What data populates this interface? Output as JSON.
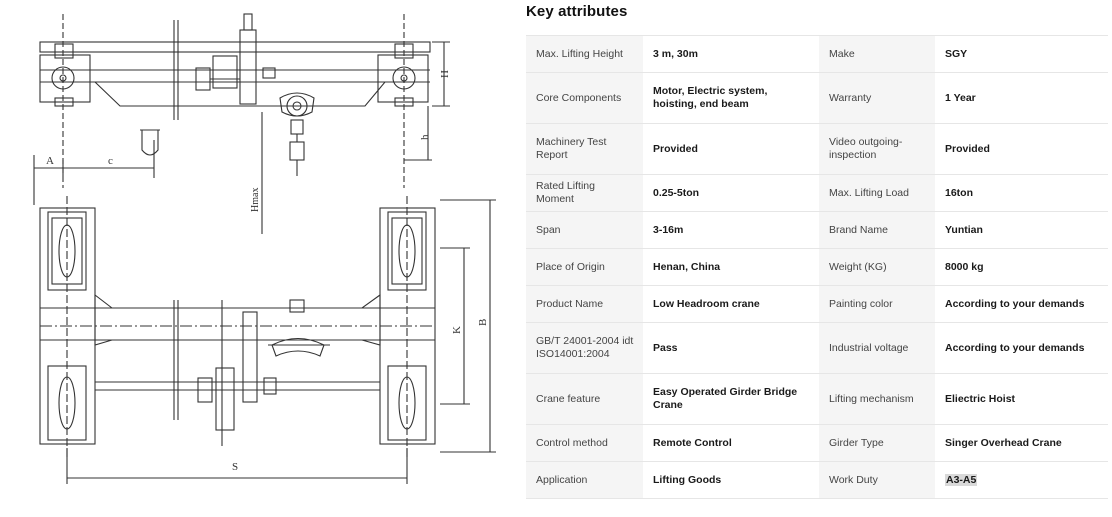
{
  "drawing": {
    "dim_labels": {
      "H": "H",
      "h": "h",
      "Hmax": "Hmax",
      "A": "A",
      "c": "c",
      "K": "K",
      "B": "B",
      "S": "S"
    }
  },
  "attributes": {
    "title": "Key attributes",
    "rows": [
      [
        {
          "k": "Max. Lifting Height",
          "v": "3 m, 30m"
        },
        {
          "k": "Make",
          "v": "SGY"
        }
      ],
      [
        {
          "k": "Core Components",
          "v": "Motor, Electric system, hoisting, end beam"
        },
        {
          "k": "Warranty",
          "v": "1 Year"
        }
      ],
      [
        {
          "k": "Machinery Test Report",
          "v": "Provided"
        },
        {
          "k": "Video outgoing-inspection",
          "v": "Provided"
        }
      ],
      [
        {
          "k": "Rated Lifting Moment",
          "v": "0.25-5ton"
        },
        {
          "k": "Max. Lifting Load",
          "v": "16ton"
        }
      ],
      [
        {
          "k": "Span",
          "v": "3-16m"
        },
        {
          "k": "Brand Name",
          "v": "Yuntian"
        }
      ],
      [
        {
          "k": "Place of Origin",
          "v": "Henan, China"
        },
        {
          "k": "Weight (KG)",
          "v": "8000 kg"
        }
      ],
      [
        {
          "k": "Product Name",
          "v": "Low Headroom crane"
        },
        {
          "k": "Painting color",
          "v": "According to your demands"
        }
      ],
      [
        {
          "k": "GB/T 24001-2004 idt ISO14001:2004",
          "v": "Pass"
        },
        {
          "k": "Industrial voltage",
          "v": "According to your demands"
        }
      ],
      [
        {
          "k": "Crane feature",
          "v": "Easy Operated Girder Bridge Crane"
        },
        {
          "k": "Lifting mechanism",
          "v": "Eliectric Hoist"
        }
      ],
      [
        {
          "k": "Control method",
          "v": "Remote Control"
        },
        {
          "k": "Girder Type",
          "v": "Singer Overhead Crane"
        }
      ],
      [
        {
          "k": "Application",
          "v": "Lifting Goods"
        },
        {
          "k": "Work Duty",
          "v": "A3-A5"
        }
      ]
    ]
  }
}
